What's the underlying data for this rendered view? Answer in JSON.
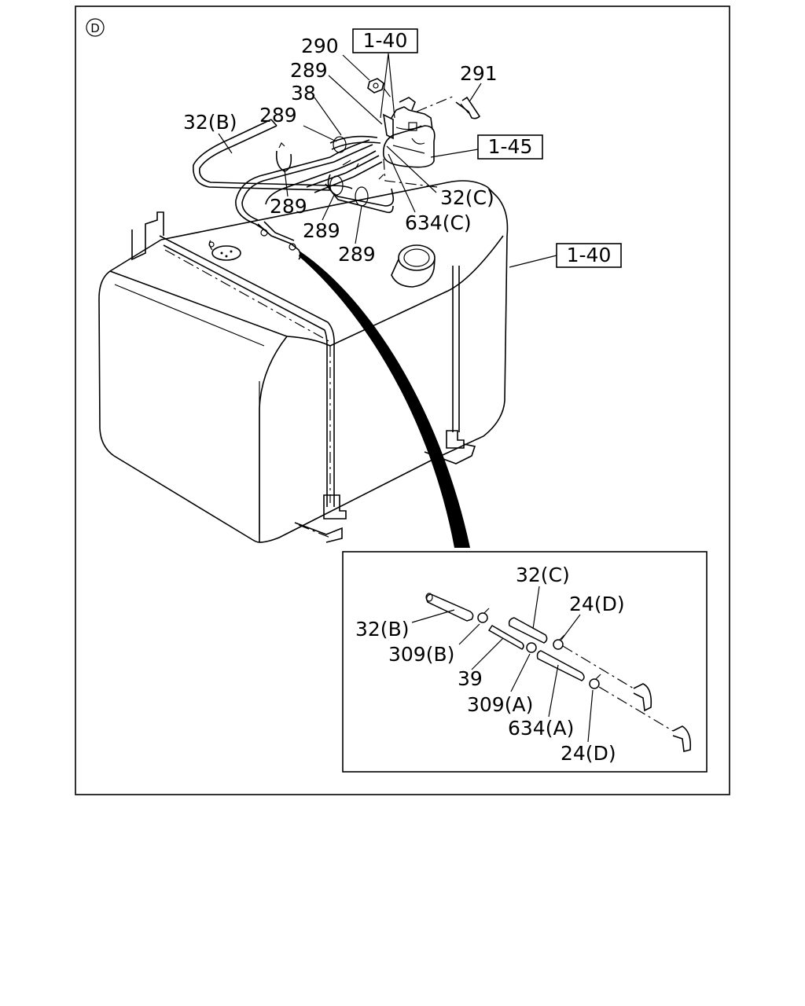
{
  "view_marker": "D",
  "main_labels": {
    "l290": "290",
    "l289_top": "289",
    "l38": "38",
    "l291": "291",
    "l289_left": "289",
    "l32b": "32(B)",
    "l289_a": "289",
    "l289_b": "289",
    "l289_c": "289",
    "l32c": "32(C)",
    "l634c": "634(C)"
  },
  "ref_boxes": {
    "r140_top": "1-40",
    "r145": "1-45",
    "r140_right": "1-40"
  },
  "detail_labels": {
    "d32c": "32(C)",
    "d24d_top": "24(D)",
    "d32b": "32(B)",
    "d309b": "309(B)",
    "d39": "39",
    "d309a": "309(A)",
    "d634a": "634(A)",
    "d24d_bottom": "24(D)"
  }
}
